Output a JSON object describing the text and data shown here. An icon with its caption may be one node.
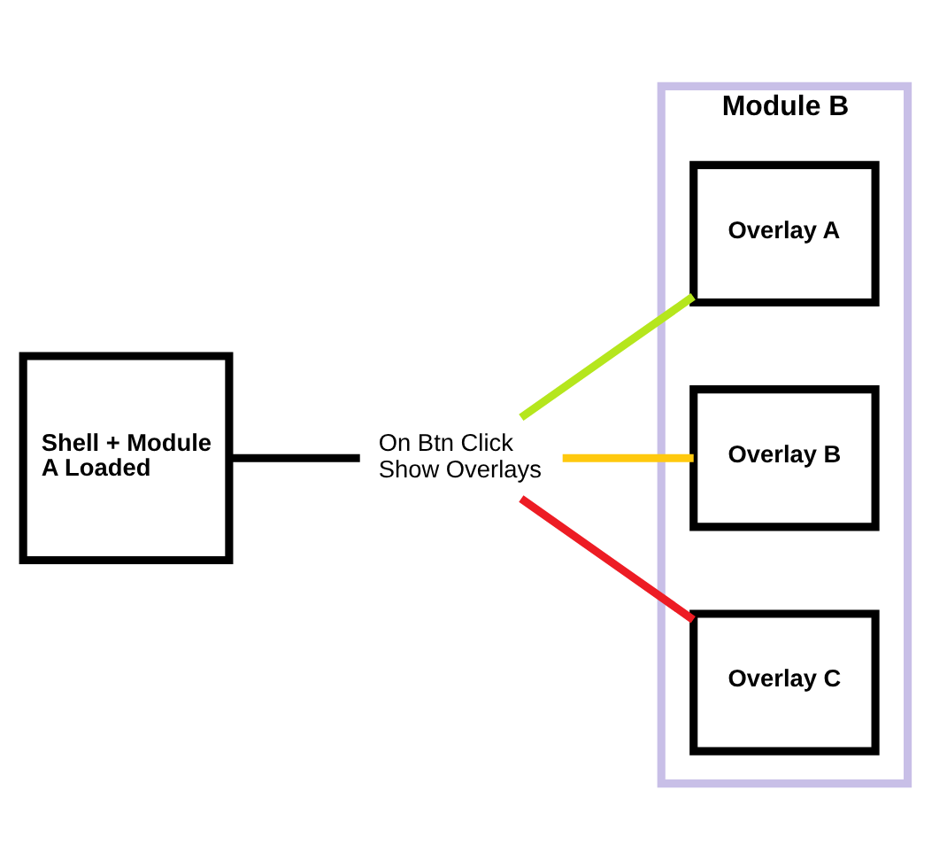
{
  "diagram": {
    "nodes": [
      {
        "text": [
          "Shell + Module A Loaded"
        ]
      },
      {
        "text": [
          "On Btn Click Show Overlays"
        ]
      },
      {
        "text": [
          "Module B"
        ]
      },
      {
        "text": [
          "Overlay A"
        ],
        "in": 2
      },
      {
        "text": [
          "Overlay B"
        ],
        "in": 2
      },
      {
        "text": [
          "Overlay C"
        ],
        "in": 2
      }
    ],
    "edges": [
      {
        "from": 0,
        "to": 1,
        "arrow": "none"
      },
      {
        "from": 1,
        "to": 3,
        "arrow": "none",
        "color": "#b5e61d"
      },
      {
        "from": 1,
        "to": 4,
        "arrow": "none",
        "color": "#ffc90e"
      },
      {
        "from": 1,
        "to": 5,
        "arrow": "none",
        "color": "#ed1c24"
      }
    ]
  }
}
